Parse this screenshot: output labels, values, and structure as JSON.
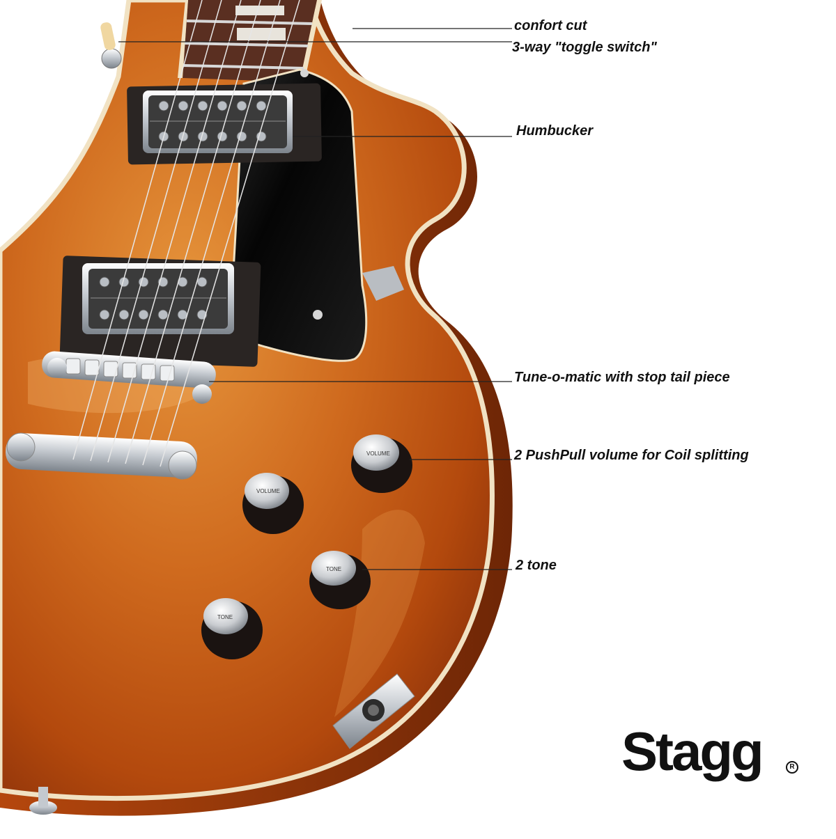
{
  "callouts": {
    "comfort_cut": "confort cut",
    "toggle_switch": "3-way \"toggle switch\"",
    "humbucker": "Humbucker",
    "bridge": "Tune-o-matic with stop tail piece",
    "volume": "2 PushPull volume for Coil splitting",
    "tone": "2 tone"
  },
  "knobs": {
    "volume_label": "VOLUME",
    "tone_label": "TONE"
  },
  "brand": {
    "name": "Stagg",
    "registered_mark": "R",
    "color": "#111111"
  },
  "colors": {
    "body_finish": "#c55a12",
    "binding": "#f1e2c3",
    "pickguard": "#0b0b0b",
    "chrome": "#d9dde2",
    "fretboard": "#5a2f21"
  }
}
